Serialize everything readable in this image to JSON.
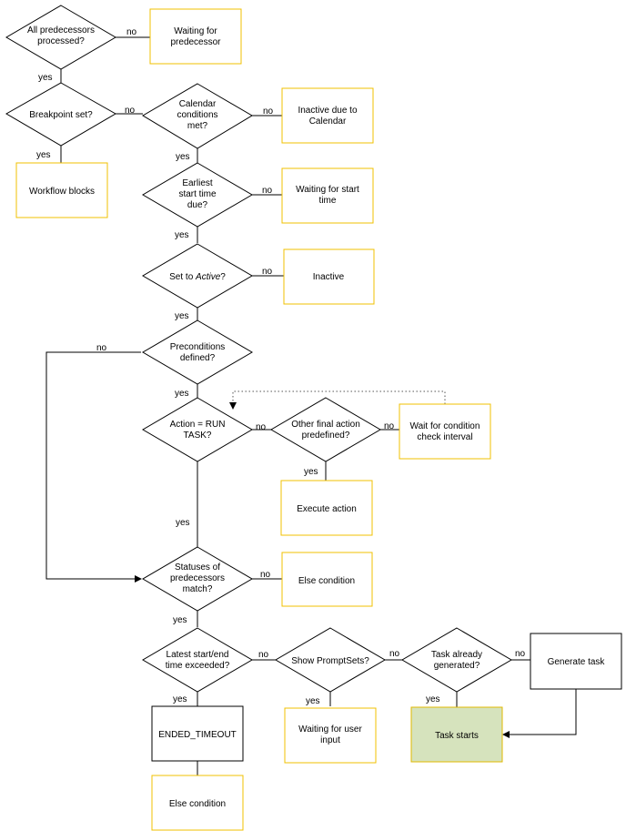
{
  "decisions": {
    "all_predecessors": [
      "All predecessors",
      "processed?"
    ],
    "breakpoint": [
      "Breakpoint set?"
    ],
    "calendar": [
      "Calendar",
      "conditions",
      "met?"
    ],
    "earliest_start": [
      "Earliest",
      "start time",
      "due?"
    ],
    "set_active": {
      "before": "Set to ",
      "italic": "Active",
      "after": "?"
    },
    "preconditions": [
      "Preconditions",
      "defined?"
    ],
    "action_run": [
      "Action = RUN",
      "TASK?"
    ],
    "other_final_action": [
      "Other final action",
      "predefined?"
    ],
    "statuses_match": [
      "Statuses of",
      "predecessors",
      "match?"
    ],
    "latest_exceeded": [
      "Latest start/end",
      "time exceeded?"
    ],
    "show_promptsets": [
      "Show PromptSets?"
    ],
    "task_generated": [
      "Task already",
      "generated?"
    ]
  },
  "boxes": {
    "waiting_predecessor": [
      "Waiting for",
      "predecessor"
    ],
    "inactive_calendar": [
      "Inactive due to",
      "Calendar"
    ],
    "workflow_blocks": [
      "Workflow blocks"
    ],
    "waiting_start_time": [
      "Waiting for start",
      "time"
    ],
    "inactive": [
      "Inactive"
    ],
    "wait_condition_interval": [
      "Wait for condition",
      "check interval"
    ],
    "execute_action": [
      "Execute action"
    ],
    "else_condition_1": [
      "Else condition"
    ],
    "generate_task": [
      "Generate task"
    ],
    "ended_timeout": [
      "ENDED_TIMEOUT"
    ],
    "waiting_user_input": [
      "Waiting for user",
      "input"
    ],
    "task_starts": [
      "Task starts"
    ],
    "else_condition_2": [
      "Else condition"
    ]
  },
  "labels": {
    "yes": "yes",
    "no": "no"
  },
  "colors": {
    "outcome_border": "#f0c000",
    "final_fill": "#d6e3bd",
    "line": "#000000"
  }
}
